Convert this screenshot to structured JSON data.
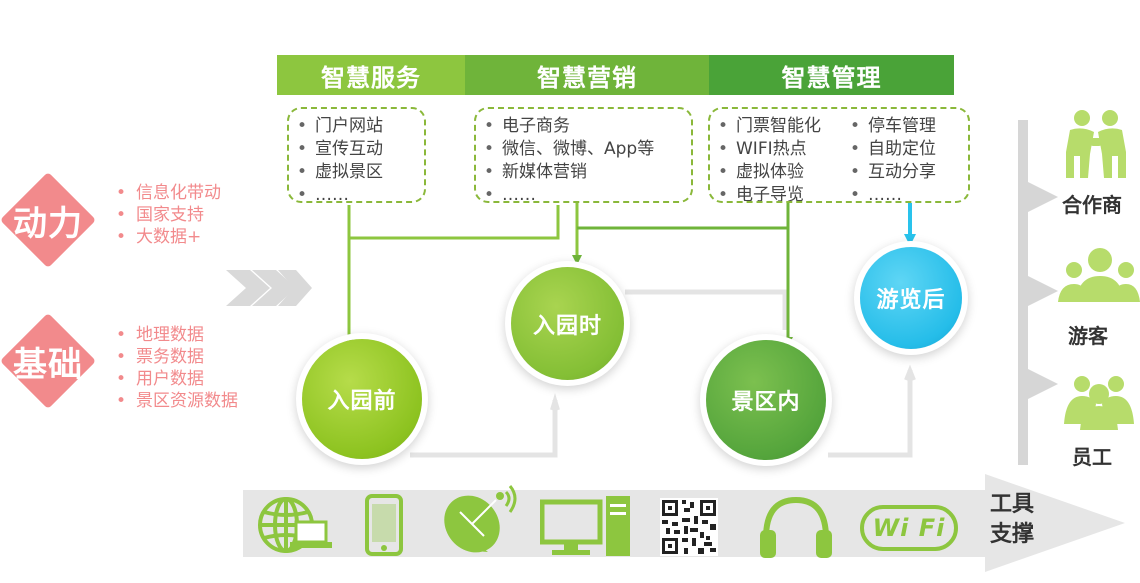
{
  "colors": {
    "hdr1": "#8dc63f",
    "hdr2": "#6fb43a",
    "hdr3": "#4aa338",
    "pink": "#f28a8c",
    "green_light": "#9ccd2c",
    "green_mid": "#82bd36",
    "green_dark": "#4ea33b",
    "cyan": "#29c3ec",
    "person": "#b7dc6b",
    "icon": "#8dc63f"
  },
  "headers": {
    "service": "智慧服务",
    "marketing": "智慧营销",
    "management": "智慧管理"
  },
  "service_items": [
    "门户网站",
    "宣传互动",
    "虚拟景区",
    "……"
  ],
  "marketing_items": [
    "电子商务",
    "微信、微博、App等",
    "新媒体营销",
    "……"
  ],
  "management_left": [
    "门票智能化",
    "WIFI热点",
    "虚拟体验",
    "电子导览"
  ],
  "management_right": [
    "停车管理",
    "自助定位",
    "互动分享",
    "……"
  ],
  "left": {
    "power_title": "动力",
    "power_items": [
      "信息化带动",
      "国家支持",
      "大数据+"
    ],
    "base_title": "基础",
    "base_items": [
      "地理数据",
      "票务数据",
      "用户数据",
      "景区资源数据"
    ]
  },
  "stages": {
    "before": "入园前",
    "entering": "入园时",
    "inside": "景区内",
    "after": "游览后"
  },
  "right": {
    "partner": "合作商",
    "visitor": "游客",
    "staff": "员工"
  },
  "tools": {
    "line1": "工具",
    "line2": "支撑",
    "icons": [
      "globe-laptop-icon",
      "phone-icon",
      "satellite-dish-icon",
      "desktop-computer-icon",
      "qr-code-icon",
      "headphones-icon",
      "wifi-icon"
    ],
    "wifi_text": "Wi Fi"
  }
}
